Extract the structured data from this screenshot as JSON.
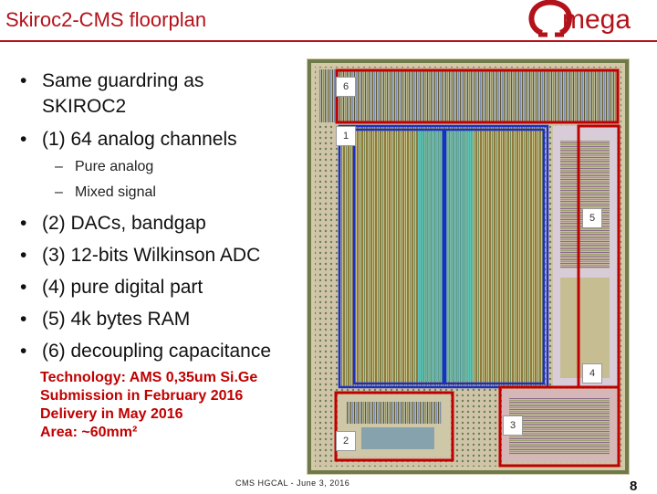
{
  "slide": {
    "title": "Skiroc2-CMS floorplan",
    "logo_text": "mega",
    "bullets": [
      "Same guardring as",
      "SKIROC2",
      "(1) 64 analog channels",
      "(2) DACs, bandgap",
      "(3) 12-bits Wilkinson ADC",
      "(4) pure digital part",
      "(5) 4k bytes RAM",
      "(6) decoupling capacitance"
    ],
    "sub_bullets": [
      "Pure analog",
      "Mixed signal"
    ],
    "tech": [
      "Technology: AMS 0,35um Si.Ge",
      "Submission in February 2016",
      "Delivery in May 2016",
      "Area: ~60mm²"
    ],
    "footer": "CMS HGCAL -  June 3, 2016",
    "page_number": "8"
  },
  "floorplan": {
    "zones": [
      "6",
      "1",
      "5",
      "4",
      "3",
      "2"
    ],
    "colors": {
      "zone_outline": "#c00000",
      "channel_outline": "#1a2fc8",
      "accent": "#b4121a"
    }
  }
}
